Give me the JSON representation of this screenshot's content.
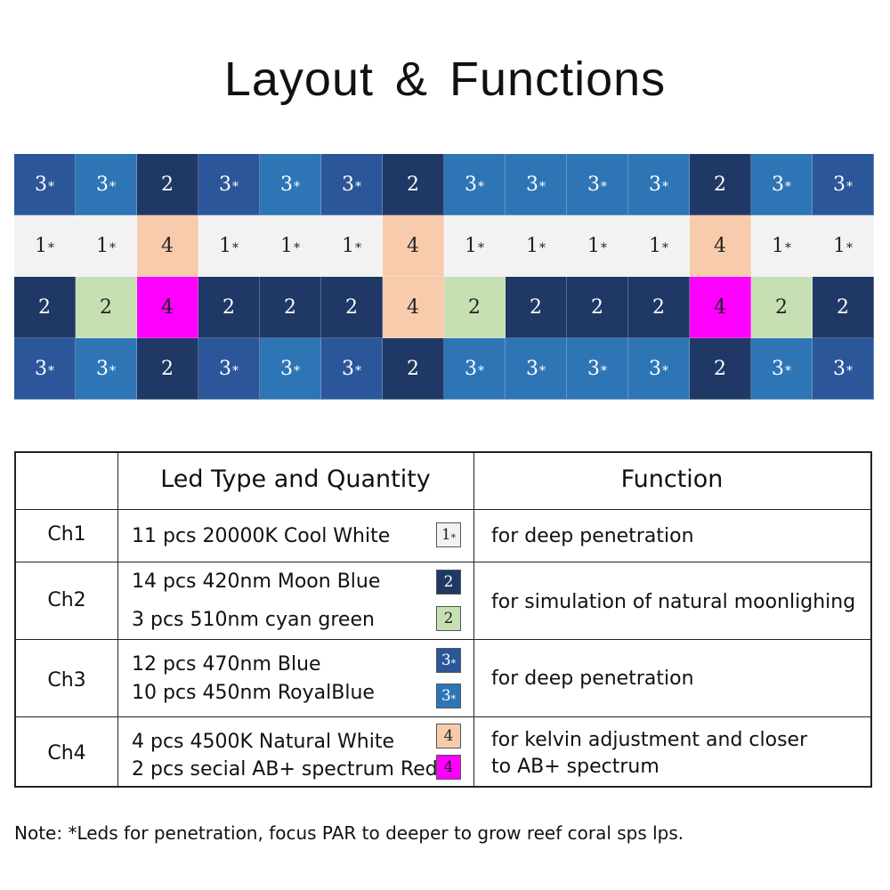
{
  "title": "Layout & Functions",
  "legend_colors": {
    "1": {
      "bg": "#f2f2f2",
      "fg": "#222222"
    },
    "2": {
      "bg": "#1f3865",
      "fg": "#ffffff"
    },
    "3": {
      "bg": "#2b579a",
      "fg": "#ffffff"
    },
    "3b": {
      "bg": "#2e75b6",
      "fg": "#ffffff"
    },
    "2g": {
      "bg": "#c6e0b4",
      "fg": "#222222"
    },
    "4": {
      "bg": "#f8cbad",
      "fg": "#222222"
    },
    "4m": {
      "bg": "#ff00ff",
      "fg": "#222222"
    }
  },
  "grid": [
    [
      "3",
      "3b",
      "2",
      "3",
      "3b",
      "3",
      "2",
      "3b",
      "3b",
      "3b",
      "3b",
      "2",
      "3b",
      "3"
    ],
    [
      "1",
      "1",
      "4",
      "1",
      "1",
      "1",
      "4",
      "1",
      "1",
      "1",
      "1",
      "4",
      "1",
      "1"
    ],
    [
      "2",
      "2g",
      "4m",
      "2",
      "2",
      "2",
      "4",
      "2g",
      "2",
      "2",
      "2",
      "4m",
      "2g",
      "2"
    ],
    [
      "3",
      "3b",
      "2",
      "3",
      "3b",
      "3",
      "2",
      "3b",
      "3b",
      "3b",
      "3b",
      "2",
      "3b",
      "3"
    ]
  ],
  "grid_labels": {
    "1": "1",
    "2": "2",
    "3": "3",
    "3b": "3",
    "2g": "2",
    "4": "4",
    "4m": "4"
  },
  "star_types": [
    "1",
    "3",
    "3b"
  ],
  "marker": "*",
  "table": {
    "headers": [
      "",
      "Led Type and Quantity",
      "Function"
    ],
    "rows": [
      {
        "channel": "Ch1",
        "leds": [
          "11 pcs 20000K Cool White"
        ],
        "swatches": [
          "1"
        ],
        "function": [
          "for deep penetration"
        ]
      },
      {
        "channel": "Ch2",
        "leds": [
          "14 pcs 420nm Moon Blue",
          "3 pcs 510nm cyan green"
        ],
        "swatches": [
          "2",
          "2g"
        ],
        "function": [
          "for simulation of natural moonlighing"
        ]
      },
      {
        "channel": "Ch3",
        "leds": [
          "12 pcs 470nm Blue",
          "10 pcs 450nm RoyalBlue"
        ],
        "swatches": [
          "3",
          "3b"
        ],
        "function": [
          "for deep penetration"
        ]
      },
      {
        "channel": "Ch4",
        "leds": [
          "4 pcs 4500K Natural White",
          "2 pcs secial AB+ spectrum Red"
        ],
        "swatches": [
          "4",
          "4m"
        ],
        "function": [
          "for kelvin adjustment and closer",
          "to AB+ spectrum"
        ]
      }
    ]
  },
  "note": "Note: *Leds for penetration, focus PAR to deeper to grow reef coral sps lps."
}
